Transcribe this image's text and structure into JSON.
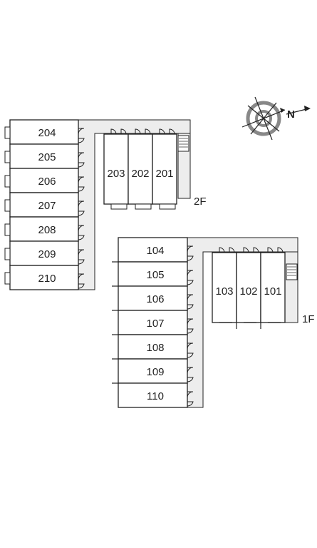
{
  "compass": {
    "direction_label": "N",
    "icon": "compass-rose-icon"
  },
  "floors": [
    {
      "label": "2F",
      "west_wing_units": [
        "204",
        "205",
        "206",
        "207",
        "208",
        "209",
        "210"
      ],
      "east_wing_units": [
        "203",
        "202",
        "201"
      ]
    },
    {
      "label": "1F",
      "west_wing_units": [
        "104",
        "105",
        "106",
        "107",
        "108",
        "109",
        "110"
      ],
      "east_wing_units": [
        "103",
        "102",
        "101"
      ]
    }
  ],
  "colors": {
    "corridor": "#ededed",
    "wall": "#222222",
    "stair": "#aaaaaa"
  }
}
